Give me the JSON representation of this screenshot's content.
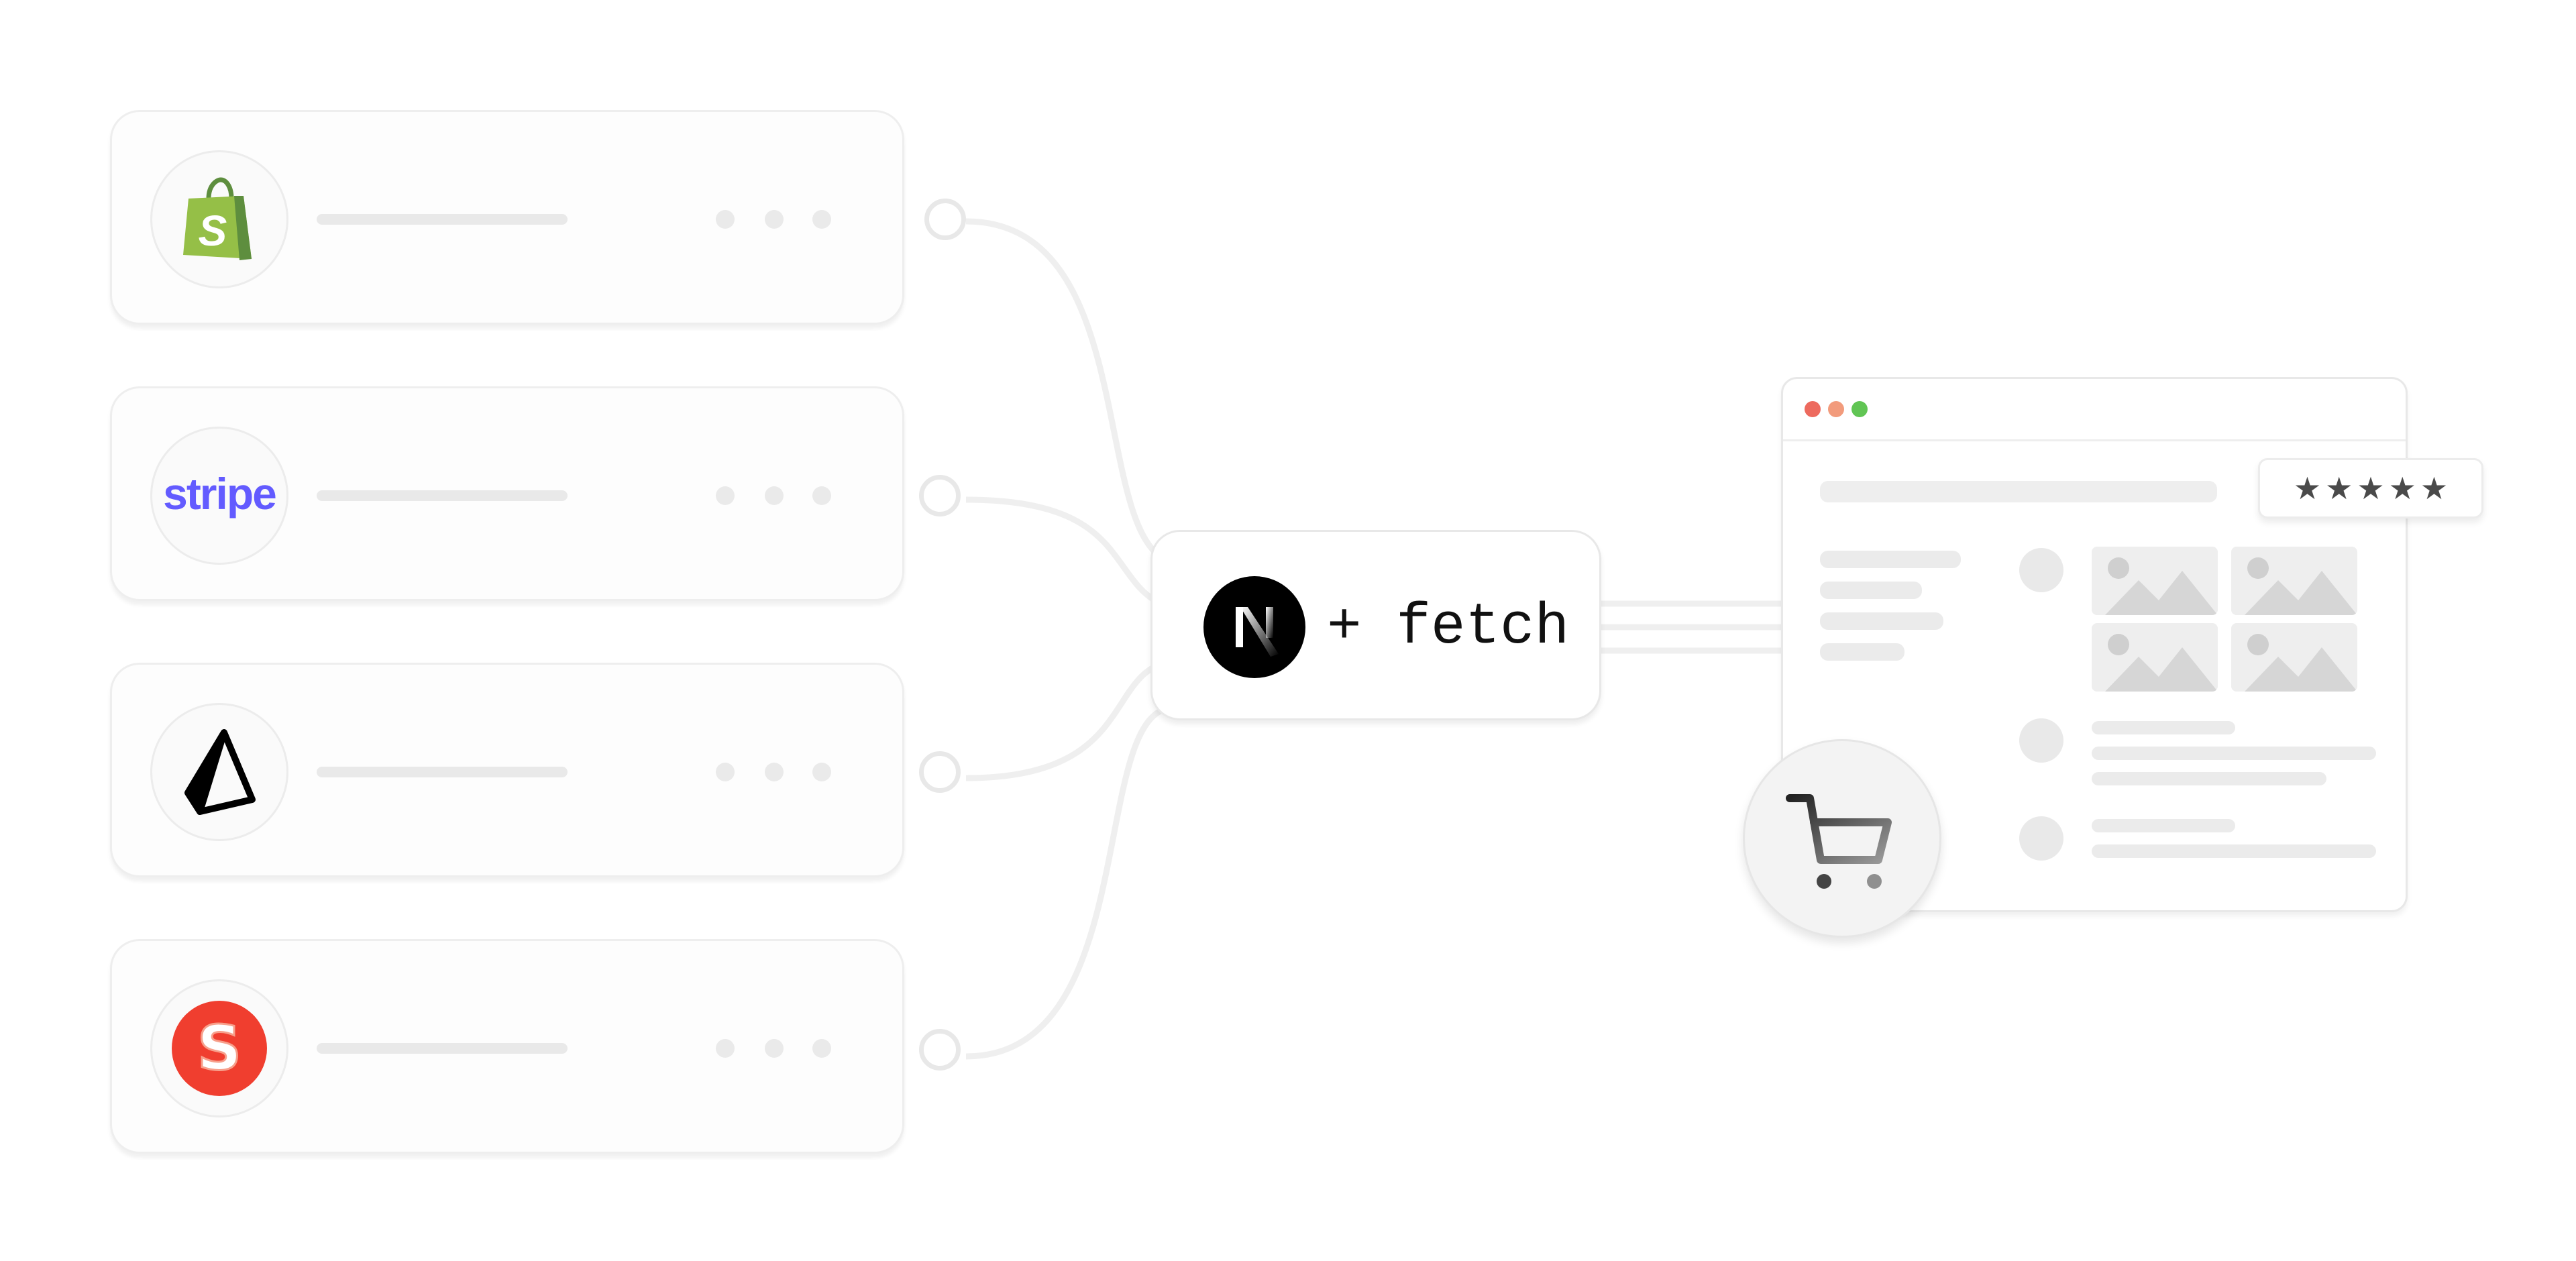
{
  "diagram": {
    "sources": [
      {
        "id": "shopify",
        "icon": "shopify-bag-icon",
        "logo_text": "S",
        "color": "#95bf47"
      },
      {
        "id": "stripe",
        "icon": "stripe-logo-icon",
        "logo_text": "stripe",
        "color": "#635bff"
      },
      {
        "id": "prisma",
        "icon": "prisma-triangle-icon",
        "color": "#000000"
      },
      {
        "id": "sanity",
        "icon": "sanity-s-icon",
        "logo_text": "S",
        "color": "#f03e2f"
      }
    ],
    "hub": {
      "icon": "nextjs-logo-icon",
      "label": "+ fetch"
    },
    "output": {
      "window_dots": [
        "#ed6a5e",
        "#f29b7c",
        "#61c554"
      ],
      "rating_stars": 5,
      "star_glyph": "★",
      "cart_icon": "shopping-cart-icon"
    }
  }
}
